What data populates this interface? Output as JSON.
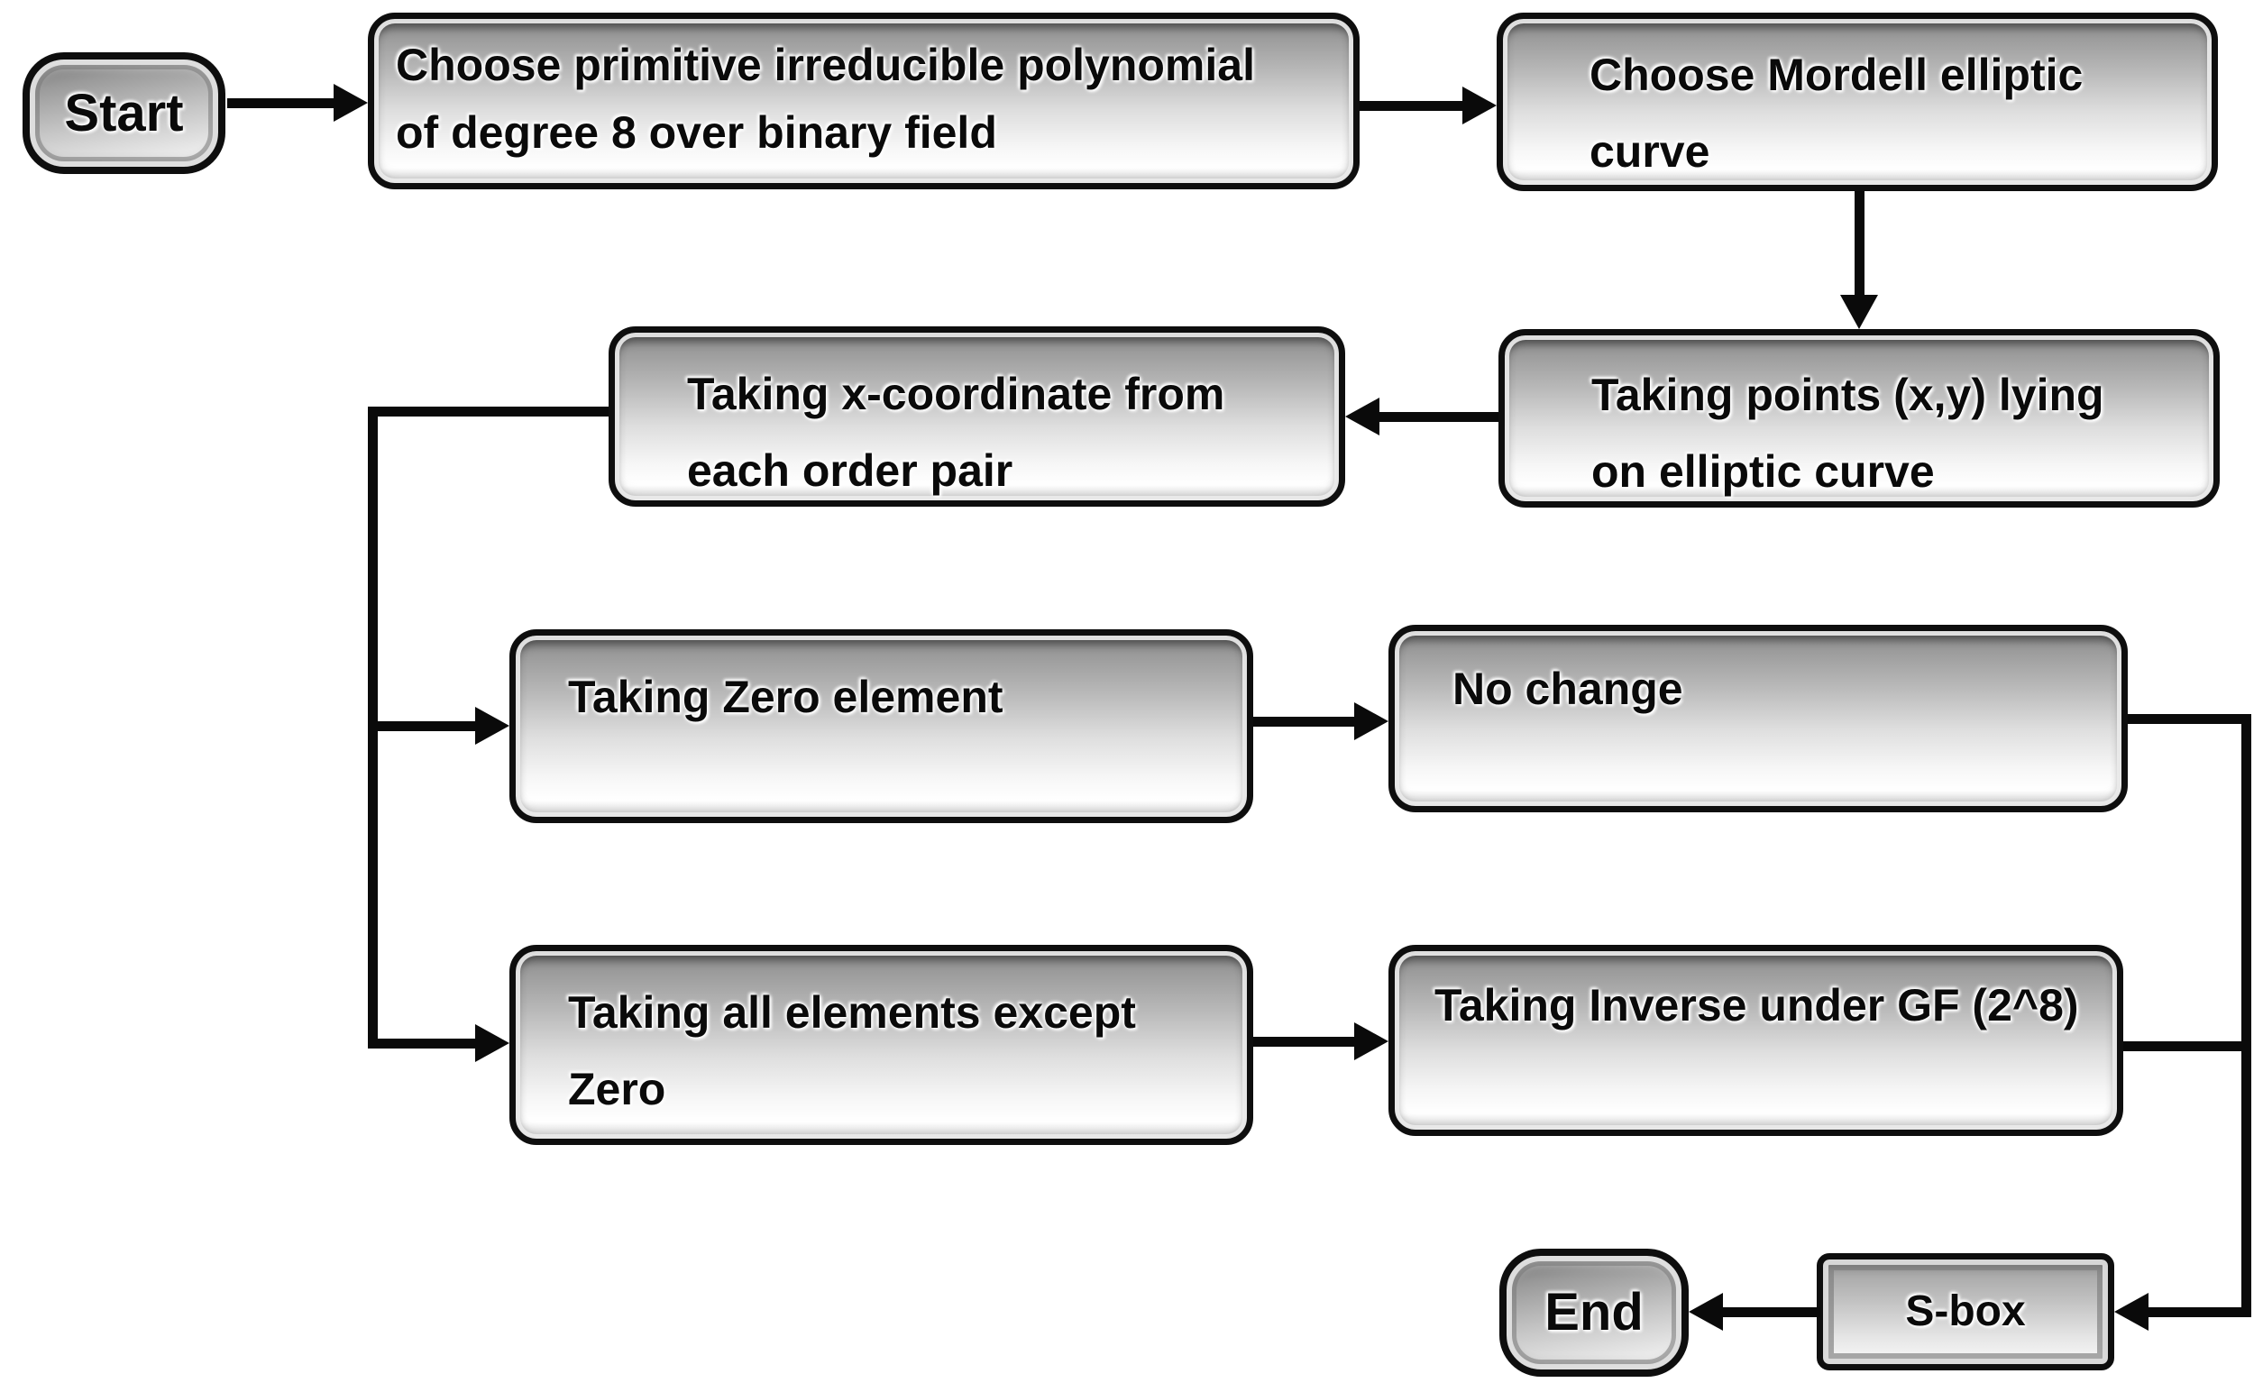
{
  "background": "#ffffff",
  "colors": {
    "node_border": "#0e0e0e",
    "node_fill_top": "#7a7a7a",
    "node_fill_bottom": "#ffffff",
    "connector": "#0a0a0a",
    "text": "#0a0a0a"
  },
  "nodes": {
    "start": {
      "label": "Start",
      "shape": "terminal"
    },
    "choose_poly": {
      "label": "Choose primitive irreducible polynomial\nof degree 8 over binary field",
      "shape": "process"
    },
    "choose_curve": {
      "label": "Choose Mordell elliptic\ncurve",
      "shape": "process"
    },
    "taking_points": {
      "label": "Taking points (x,y) lying\non elliptic curve",
      "shape": "process"
    },
    "taking_x": {
      "label": "Taking x-coordinate from\neach order pair",
      "shape": "process"
    },
    "taking_zero": {
      "label": "Taking Zero element",
      "shape": "process"
    },
    "no_change": {
      "label": "No change",
      "shape": "process"
    },
    "taking_all_except_zero": {
      "label": "Taking all elements except\nZero",
      "shape": "process"
    },
    "taking_inverse": {
      "label": "Taking Inverse under GF (2^8)",
      "shape": "process"
    },
    "s_box": {
      "label": "S-box",
      "shape": "process"
    },
    "end": {
      "label": "End",
      "shape": "terminal"
    }
  },
  "edges": [
    {
      "from": "start",
      "to": "choose_poly"
    },
    {
      "from": "choose_poly",
      "to": "choose_curve"
    },
    {
      "from": "choose_curve",
      "to": "taking_points"
    },
    {
      "from": "taking_points",
      "to": "taking_x"
    },
    {
      "from": "taking_x",
      "to": "taking_zero"
    },
    {
      "from": "taking_x",
      "to": "taking_all_except_zero"
    },
    {
      "from": "taking_zero",
      "to": "no_change"
    },
    {
      "from": "taking_all_except_zero",
      "to": "taking_inverse"
    },
    {
      "from": "no_change",
      "to": "s_box"
    },
    {
      "from": "taking_inverse",
      "to": "s_box"
    },
    {
      "from": "s_box",
      "to": "end"
    }
  ]
}
